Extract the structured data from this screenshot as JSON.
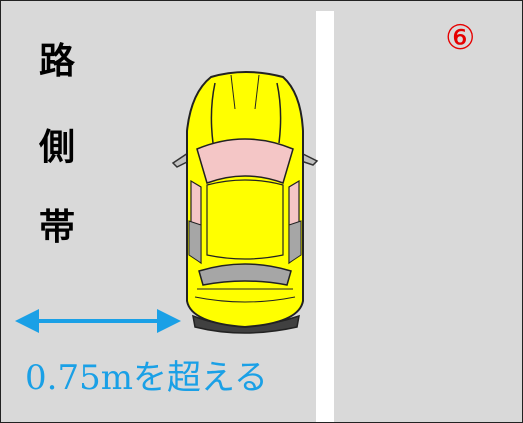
{
  "labels": {
    "vertical_chars": [
      "路",
      "側",
      "帯"
    ],
    "number": "⑥",
    "distance": "0.75mを超える"
  },
  "colors": {
    "background": "#d9d9d9",
    "lane_line": "#ffffff",
    "arrow": "#1aa0e6",
    "number": "#e60000",
    "car_body": "#ffff00",
    "car_window": "#f4c6c6",
    "car_glass_rear": "#a6a6a6"
  },
  "icons": {
    "car": "car-top-view-icon",
    "arrow": "double-arrow-icon"
  }
}
